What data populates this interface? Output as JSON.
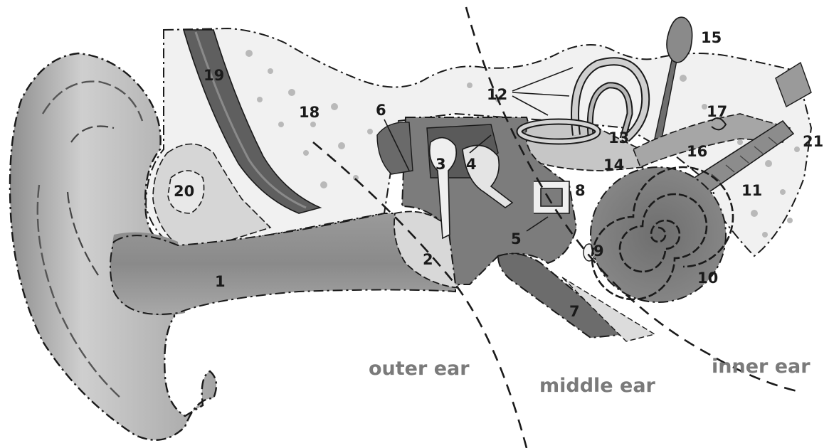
{
  "figure": {
    "part_labels": [
      "1",
      "2",
      "3",
      "4",
      "5",
      "6",
      "7",
      "8",
      "9",
      "10",
      "11",
      "12",
      "13",
      "14",
      "15",
      "16",
      "17",
      "18",
      "19",
      "20",
      "21"
    ],
    "regions": {
      "outer": "outer ear",
      "middle": "middle ear",
      "inner": "inner ear"
    }
  }
}
